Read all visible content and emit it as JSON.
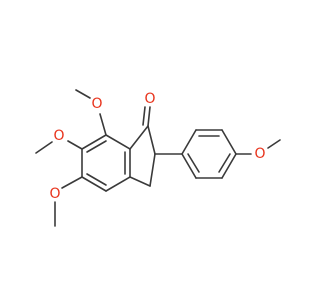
{
  "structure": {
    "background_color": "#ffffff",
    "bond_color": "#3a3a3a",
    "oxygen_color": "#e8331c",
    "atoms": [
      {
        "id": "ketone-oxygen",
        "label": "O",
        "color": "#e8331c"
      },
      {
        "id": "methoxy-oxygen-c7",
        "label": "O",
        "color": "#e8331c"
      },
      {
        "id": "methoxy-oxygen-c6",
        "label": "O",
        "color": "#e8331c"
      },
      {
        "id": "methoxy-oxygen-c5",
        "label": "O",
        "color": "#e8331c"
      },
      {
        "id": "methoxy-oxygen-aryl",
        "label": "O",
        "color": "#e8331c"
      }
    ]
  }
}
